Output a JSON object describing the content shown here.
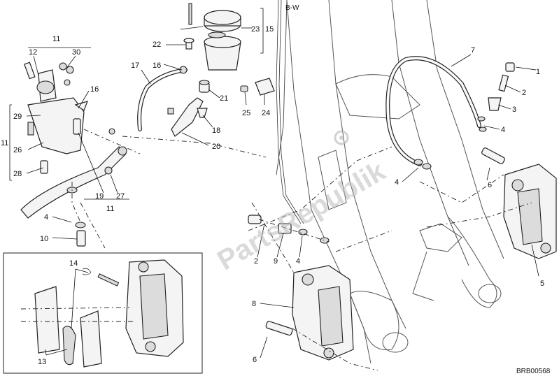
{
  "diagram": {
    "code": "BRB00568",
    "watermark": "PartsRepublik",
    "inset_label": "B-W",
    "callouts": [
      {
        "id": "c1",
        "text": "1"
      },
      {
        "id": "c2a",
        "text": "2"
      },
      {
        "id": "c2b",
        "text": "2"
      },
      {
        "id": "c3",
        "text": "3"
      },
      {
        "id": "c4a",
        "text": "4"
      },
      {
        "id": "c4b",
        "text": "4"
      },
      {
        "id": "c4c",
        "text": "4"
      },
      {
        "id": "c4d",
        "text": "4"
      },
      {
        "id": "c5",
        "text": "5"
      },
      {
        "id": "c6a",
        "text": "6"
      },
      {
        "id": "c6b",
        "text": "6"
      },
      {
        "id": "c7",
        "text": "7"
      },
      {
        "id": "c8",
        "text": "8"
      },
      {
        "id": "c9",
        "text": "9"
      },
      {
        "id": "c10",
        "text": "10"
      },
      {
        "id": "c11a",
        "text": "11"
      },
      {
        "id": "c11b",
        "text": "11"
      },
      {
        "id": "c11c",
        "text": "11"
      },
      {
        "id": "c12",
        "text": "12"
      },
      {
        "id": "c13",
        "text": "13"
      },
      {
        "id": "c14",
        "text": "14"
      },
      {
        "id": "c15",
        "text": "15"
      },
      {
        "id": "c16a",
        "text": "16"
      },
      {
        "id": "c16b",
        "text": "16"
      },
      {
        "id": "c17",
        "text": "17"
      },
      {
        "id": "c18",
        "text": "18"
      },
      {
        "id": "c19",
        "text": "19"
      },
      {
        "id": "c20",
        "text": "20"
      },
      {
        "id": "c21",
        "text": "21"
      },
      {
        "id": "c22",
        "text": "22"
      },
      {
        "id": "c23",
        "text": "23"
      },
      {
        "id": "c24",
        "text": "24"
      },
      {
        "id": "c25",
        "text": "25"
      },
      {
        "id": "c26",
        "text": "26"
      },
      {
        "id": "c27",
        "text": "27"
      },
      {
        "id": "c28",
        "text": "28"
      },
      {
        "id": "c29",
        "text": "29"
      },
      {
        "id": "c30",
        "text": "30"
      }
    ]
  }
}
